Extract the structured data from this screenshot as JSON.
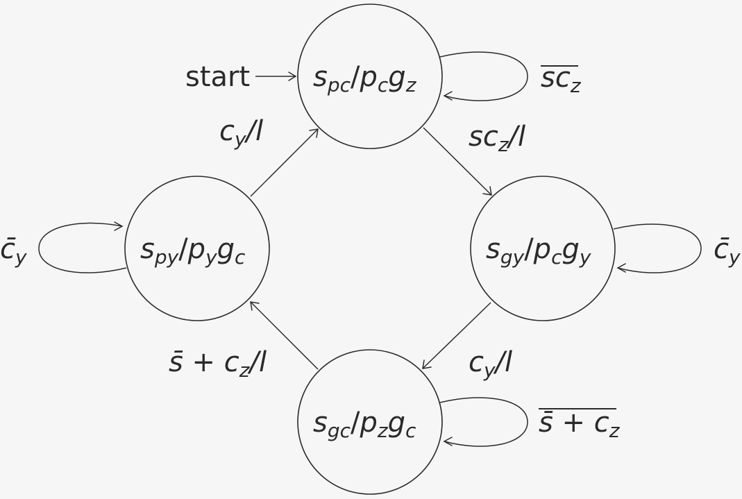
{
  "start_label": "start",
  "states": [
    {
      "id": "spc",
      "base": "s",
      "base_sub": "pc",
      "slash": "/",
      "o1": "p",
      "o1_sub": "c",
      "o2": "g",
      "o2_sub": "z"
    },
    {
      "id": "sgy",
      "base": "s",
      "base_sub": "gy",
      "slash": "/",
      "o1": "p",
      "o1_sub": "c",
      "o2": "g",
      "o2_sub": "y"
    },
    {
      "id": "sgc",
      "base": "s",
      "base_sub": "gc",
      "slash": "/",
      "o1": "p",
      "o1_sub": "z",
      "o2": "g",
      "o2_sub": "c"
    },
    {
      "id": "spy",
      "base": "s",
      "base_sub": "py",
      "slash": "/",
      "o1": "p",
      "o1_sub": "y",
      "o2": "g",
      "o2_sub": "c"
    }
  ],
  "transitions": [
    {
      "from": "spc",
      "to": "sgy",
      "label": {
        "a": "sc",
        "a_sub": "z",
        "rest": "/l"
      }
    },
    {
      "from": "sgy",
      "to": "sgc",
      "label": {
        "a": "c",
        "a_sub": "y",
        "rest": "/l"
      }
    },
    {
      "from": "sgc",
      "to": "spy",
      "label": {
        "pre": "s̄ + ",
        "a": "c",
        "a_sub": "z",
        "rest": "/l"
      }
    },
    {
      "from": "spy",
      "to": "spc",
      "label": {
        "a": "c",
        "a_sub": "y",
        "rest": "/l"
      }
    }
  ],
  "self_loops": [
    {
      "state": "spc",
      "label": {
        "main": "sc",
        "sub": "z",
        "overline": true
      }
    },
    {
      "state": "sgy",
      "label": {
        "main": "c̄",
        "sub": "y",
        "overline": false
      }
    },
    {
      "state": "sgc",
      "label": {
        "main": "s̄ + c",
        "sub": "z",
        "overline": true
      }
    },
    {
      "state": "spy",
      "label": {
        "main": "c̄",
        "sub": "y",
        "overline": false
      }
    }
  ]
}
